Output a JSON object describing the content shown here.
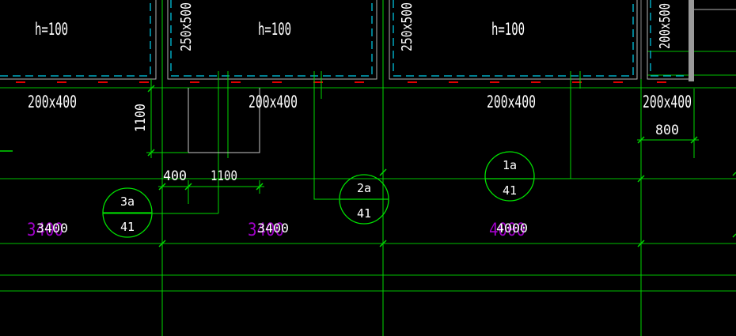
{
  "slab_labels": [
    "h=100",
    "h=100",
    "h=100"
  ],
  "column_labels": [
    "250x500",
    "250x500",
    "200x500"
  ],
  "beam_labels": [
    "200x400",
    "200x400",
    "200x400",
    "200x400"
  ],
  "dimensions": {
    "vertical_1100": "1100",
    "d400": "400",
    "d1100": "1100",
    "d800": "800"
  },
  "callouts": [
    {
      "top": "3a",
      "bottom": "41"
    },
    {
      "top": "2a",
      "bottom": "41"
    },
    {
      "top": "1a",
      "bottom": "41"
    }
  ],
  "spans": [
    {
      "white": "3400",
      "magenta": "3400"
    },
    {
      "white": "3400",
      "magenta": "3400"
    },
    {
      "white": "4000",
      "magenta": "4000"
    }
  ],
  "colors": {
    "background": "#000000",
    "line_green": "#00e000",
    "dim_green": "#00c800",
    "cyan": "#00b0c8",
    "red": "#e00000",
    "white": "#ffffff",
    "magenta": "#a000c8",
    "grey": "#b4b4b4"
  }
}
